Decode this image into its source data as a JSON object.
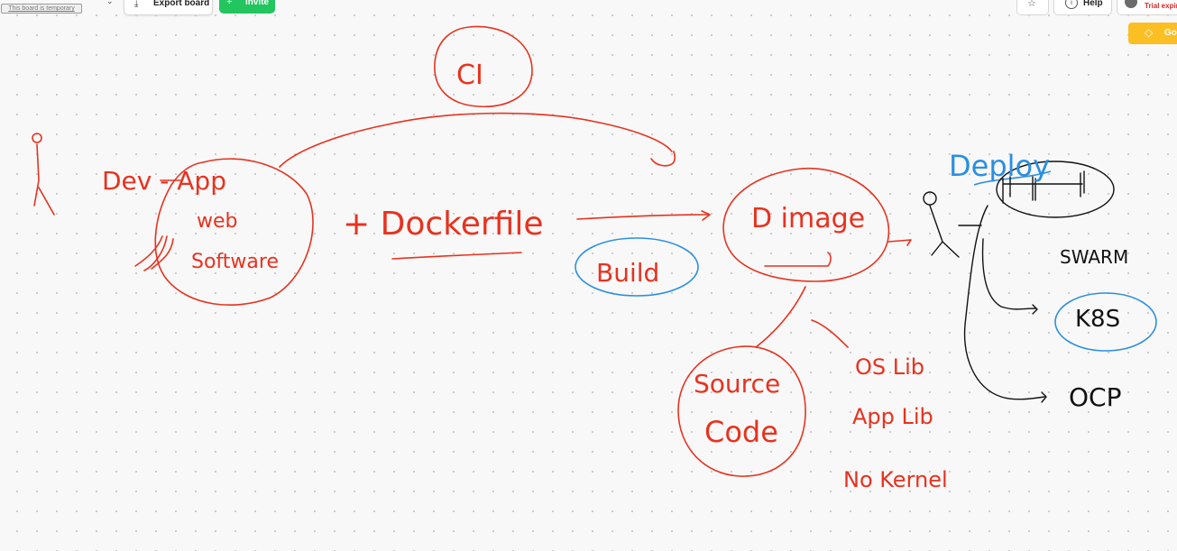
{
  "toolbar": {
    "temp_notice": "This board is temporary",
    "export_label": "Export board",
    "invite_label": "Invite",
    "help_label": "Help",
    "trial_label": "Trial expire",
    "upgrade_label": "Go"
  },
  "colors": {
    "red_ink": "#e8321f",
    "blue_ink": "#2b8fe0",
    "black_ink": "#111111",
    "invite_green": "#22c55e",
    "upgrade_yellow": "#fbbf24"
  },
  "board": {
    "ci": "CI",
    "dev": "Dev - App",
    "web": "web",
    "software": "Software",
    "dockerfile": "+ Dockerfile",
    "build": "Build",
    "image": "D image",
    "source": "Source",
    "code": "Code",
    "oslib": "OS Lib",
    "applib": "App Lib",
    "nokernel": "No Kernel",
    "deploy": "Deploy",
    "swarm": "SWARM",
    "k8s": "K8S",
    "ocp": "OCP"
  }
}
